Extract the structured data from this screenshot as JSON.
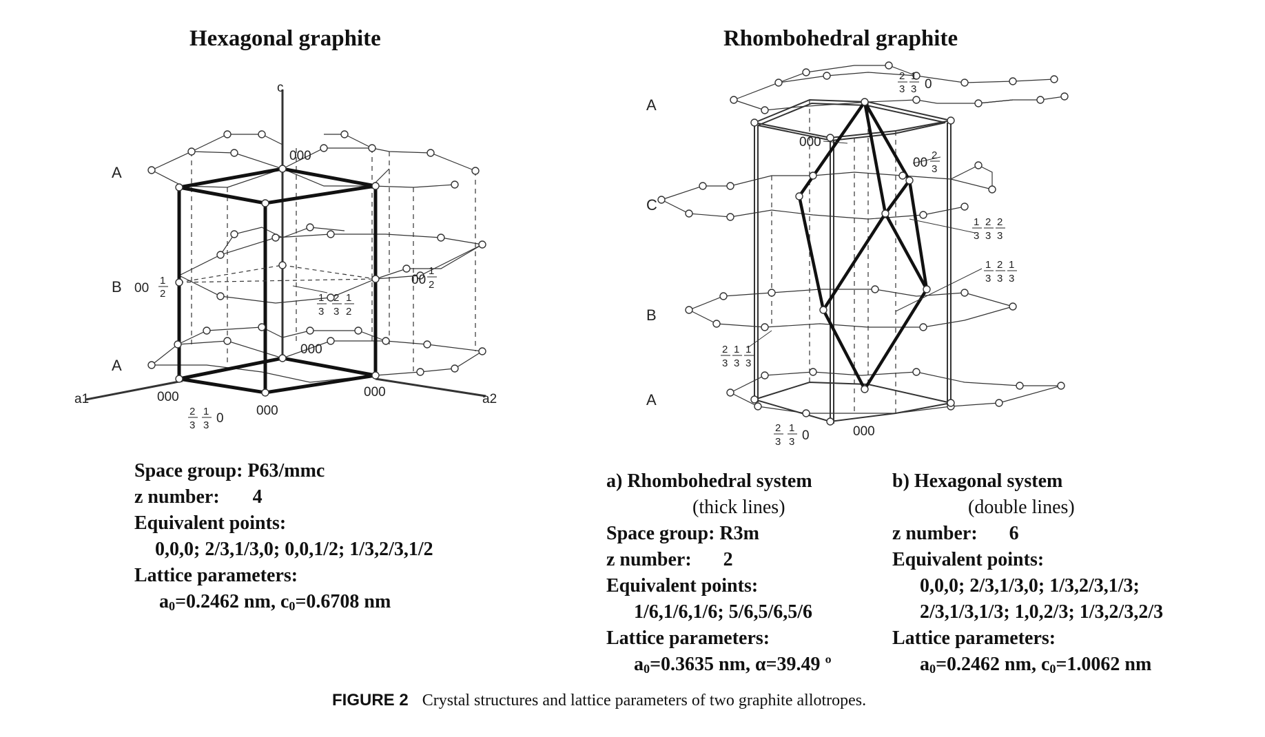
{
  "hexagonal": {
    "title": "Hexagonal graphite",
    "axis_c": "c",
    "axis_a1": "a1",
    "axis_a2": "a2",
    "layer_labels": [
      "A",
      "B",
      "A"
    ],
    "point_labels": {
      "top_000": "000",
      "b_00half_prefix": "00",
      "mid_000": "000",
      "bottom_left_000": "000",
      "bottom_mid_000": "000",
      "bottom_right_000": "000",
      "right_00half_prefix": "00",
      "frac_1_3_2_3_1_2": [
        "1",
        "3",
        "2",
        "3",
        "1",
        "2"
      ],
      "frac_2_3_1_3_0": [
        "2",
        "3",
        "1",
        "3",
        "0"
      ],
      "half": [
        "1",
        "2"
      ]
    },
    "spec": {
      "space_group_label": "Space group:",
      "space_group": "P63/mmc",
      "z_label": "z number:",
      "z": "4",
      "eq_label": "Equivalent points:",
      "eq_points": "0,0,0; 2/3,1/3,0; 0,0,1/2; 1/3,2/3,1/2",
      "lattice_label": "Lattice parameters:",
      "a0_prefix": "a",
      "a0_value": "=0.2462 nm, c",
      "c0_value": "=0.6708 nm",
      "sub0": "0"
    }
  },
  "rhombohedral": {
    "title": "Rhombohedral graphite",
    "layer_labels": [
      "A",
      "C",
      "B",
      "A"
    ],
    "point_labels": {
      "top_frac": [
        "2",
        "3",
        "1",
        "3",
        "0"
      ],
      "top_000": "000",
      "frac_00_2_3": [
        "00",
        "2",
        "3"
      ],
      "frac_1_3_2_3_2_3": [
        "1",
        "3",
        "2",
        "3",
        "2",
        "3"
      ],
      "frac_1_3_2_3_1_3": [
        "1",
        "3",
        "2",
        "3",
        "1",
        "3"
      ],
      "frac_2_3_1_3_1_3": [
        "2",
        "3",
        "1",
        "3",
        "1",
        "3"
      ],
      "bottom_frac": [
        "2",
        "3",
        "1",
        "3",
        "0"
      ],
      "bottom_000": "000"
    },
    "system_a": {
      "heading": "a) Rhombohedral system",
      "sub": "(thick lines)",
      "space_group_label": "Space group:",
      "space_group": "R3m",
      "z_label": "z number:",
      "z": "2",
      "eq_label": "Equivalent points:",
      "eq_points": "1/6,1/6,1/6; 5/6,5/6,5/6",
      "lattice_label": "Lattice parameters:",
      "a0_prefix": "a",
      "a0_value": "=0.3635 nm, α=39.49 º",
      "sub0": "0"
    },
    "system_b": {
      "heading": "b) Hexagonal system",
      "sub": "(double lines)",
      "z_label": "z number:",
      "z": "6",
      "eq_label": "Equivalent points:",
      "eq_points_1": "0,0,0; 2/3,1/3,0; 1/3,2/3,1/3;",
      "eq_points_2": "2/3,1/3,1/3; 1,0,2/3; 1/3,2/3,2/3",
      "lattice_label": "Lattice parameters:",
      "a0_prefix": "a",
      "a0_value": "=0.2462 nm, c",
      "c0_value": "=1.0062 nm",
      "sub0": "0"
    }
  },
  "caption": {
    "figure": "FIGURE 2",
    "text": "Crystal structures and lattice parameters of two graphite allotropes."
  }
}
